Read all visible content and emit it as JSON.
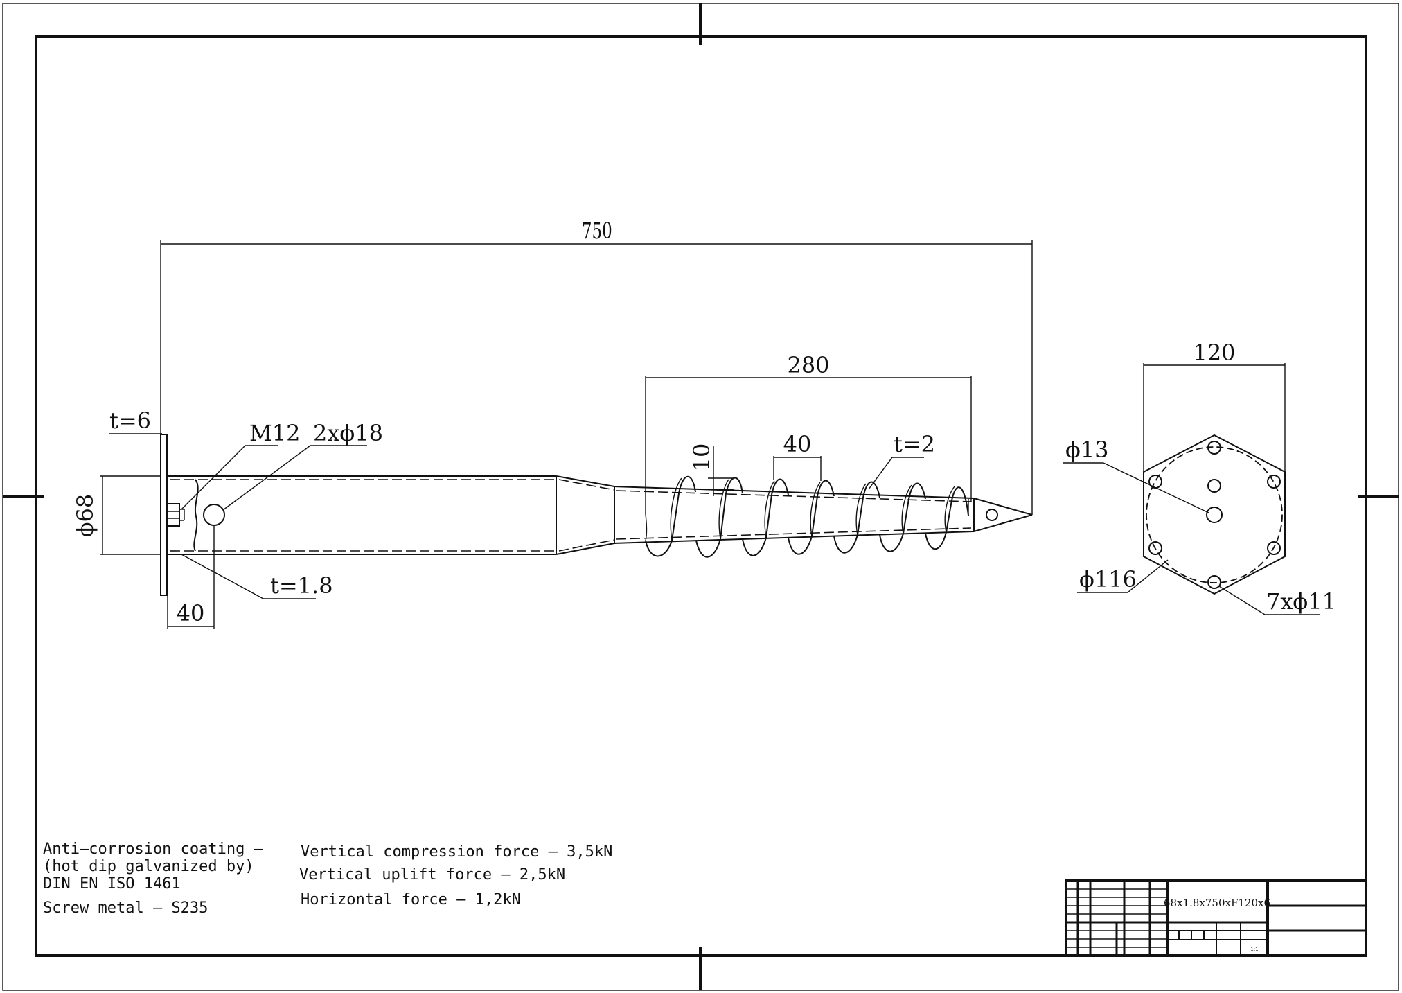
{
  "dimensions": {
    "overall_length": "750",
    "thread_length": "280",
    "thread_pitch": "40",
    "flight_height": "10",
    "flight_thickness": "t=2",
    "plate_thickness": "t=6",
    "bolt": "M12",
    "holes": "2xϕ18",
    "pipe_diameter": "ϕ68",
    "wall_thickness": "t=1.8",
    "hole_offset": "40",
    "flange_width": "120",
    "center_hole": "ϕ13",
    "bolt_circle": "ϕ116",
    "flange_holes": "7xϕ11"
  },
  "notes": {
    "coating_line1": "Anti–corrosion coating –",
    "coating_line2": "(hot dip galvanized by)",
    "coating_line3": "DIN EN ISO 1461",
    "screw_metal": "Screw metal – S235",
    "force_compression": "Vertical compression force – 3,5kN",
    "force_uplift": "Vertical uplift force – 2,5kN",
    "force_horizontal": "Horizontal force – 1,2kN"
  },
  "title_block": {
    "designation": "68x1.8x750xF120x6",
    "small_mark": "1:1"
  }
}
